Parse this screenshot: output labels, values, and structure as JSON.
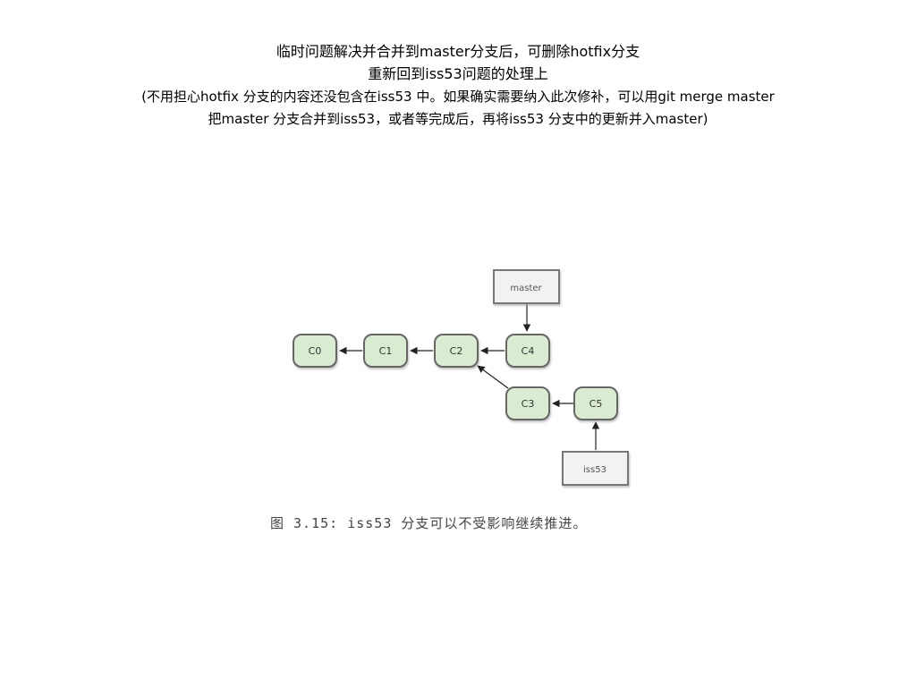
{
  "header": {
    "line1": "临时问题解决并合并到master分支后，可删除hotfix分支",
    "line2": "重新回到iss53问题的处理上",
    "line3": "(不用担心hotfix 分支的内容还没包含在iss53 中。如果确实需要纳入此次修补，可以用git merge master",
    "line4": "把master 分支合并到iss53，或者等完成后，再将iss53 分支中的更新并入master)"
  },
  "diagram": {
    "commits": {
      "c0": "C0",
      "c1": "C1",
      "c2": "C2",
      "c3": "C3",
      "c4": "C4",
      "c5": "C5"
    },
    "refs": {
      "master": "master",
      "iss53": "iss53"
    },
    "colors": {
      "commit_fill": "#d9ecd2",
      "commit_border": "#666666",
      "ref_fill": "#f2f2f2",
      "ref_border": "#777777",
      "arrow": "#222222"
    }
  },
  "caption": "图  3.15: iss53 分支可以不受影响继续推进。"
}
